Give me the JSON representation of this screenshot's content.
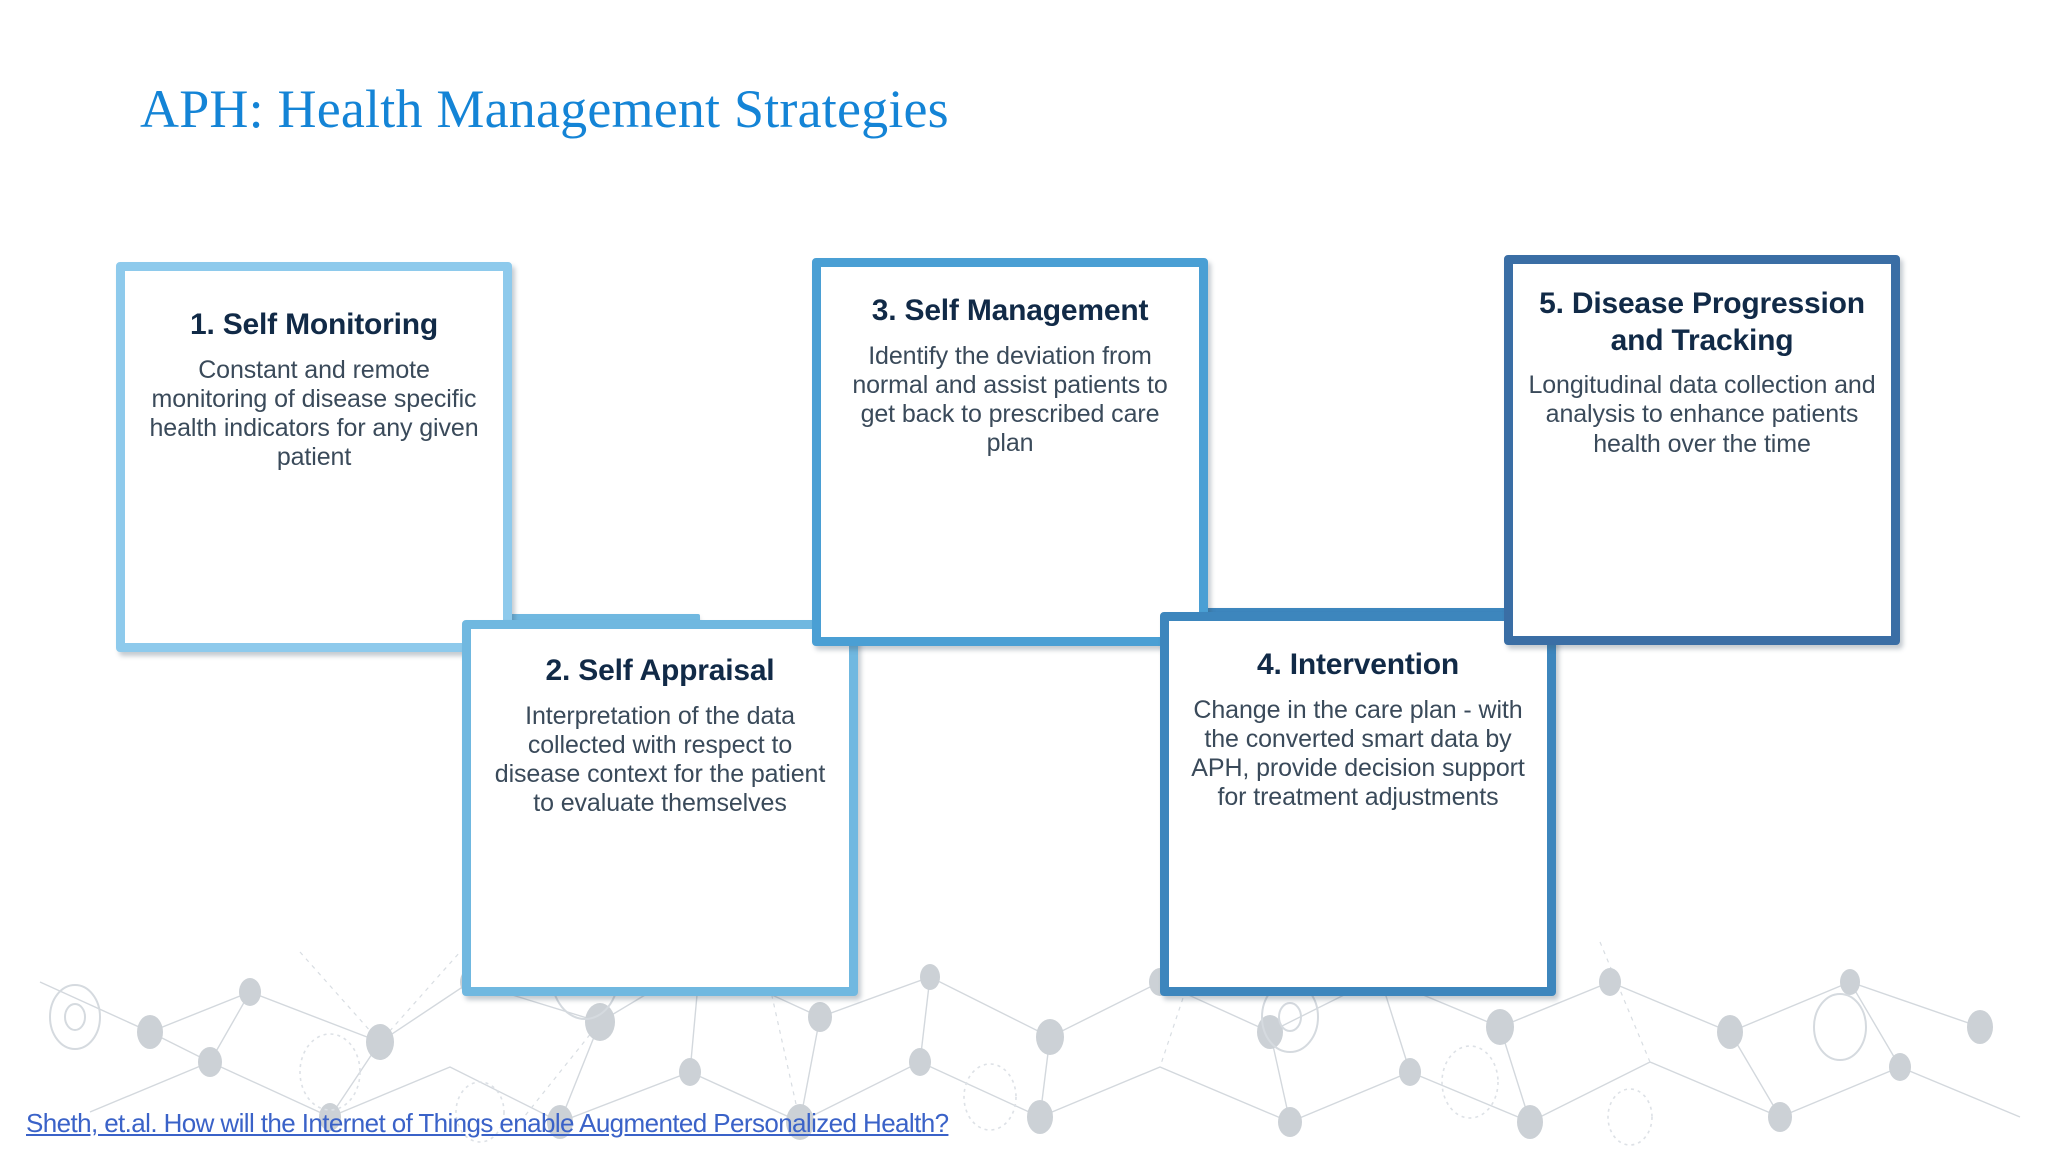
{
  "slide": {
    "title": "APH: Health Management Strategies",
    "background_color": "#ffffff",
    "title_color": "#1484d6"
  },
  "diagram": {
    "type": "process-chain",
    "steps": [
      {
        "id": "box-1",
        "number": "1",
        "title": "1. Self Monitoring",
        "body": "Constant and remote monitoring of disease specific health indicators for any given patient",
        "border_color": "#8ecaec",
        "row": "top"
      },
      {
        "id": "box-2",
        "number": "2",
        "title": "2. Self Appraisal",
        "body": "Interpretation of the data collected with respect to disease context for the patient to evaluate themselves",
        "border_color": "#70b8e0",
        "row": "bottom"
      },
      {
        "id": "box-3",
        "number": "3",
        "title": "3. Self Management",
        "body": "Identify the deviation from normal and assist patients to get back to prescribed care plan",
        "border_color": "#4a9fd4",
        "row": "top"
      },
      {
        "id": "box-4",
        "number": "4",
        "title": "4. Intervention",
        "body": "Change in the care plan - with the converted smart data by APH, provide decision support for treatment adjustments",
        "border_color": "#3d86bd",
        "row": "bottom"
      },
      {
        "id": "box-5",
        "number": "5",
        "title": "5. Disease Progression and Tracking",
        "body": "Longitudinal data collection and analysis to enhance patients health over the time",
        "border_color": "#3a6ea5",
        "row": "top"
      }
    ],
    "title_color": "#112a47",
    "body_color": "#3a4a5a"
  },
  "footer": {
    "reference_link": "Sheth, et.al. How will the Internet of Things enable Augmented Personalized Health?",
    "link_color": "#3a62c8"
  },
  "decoration": {
    "name": "network-graphic",
    "color": "#c9ced4"
  }
}
